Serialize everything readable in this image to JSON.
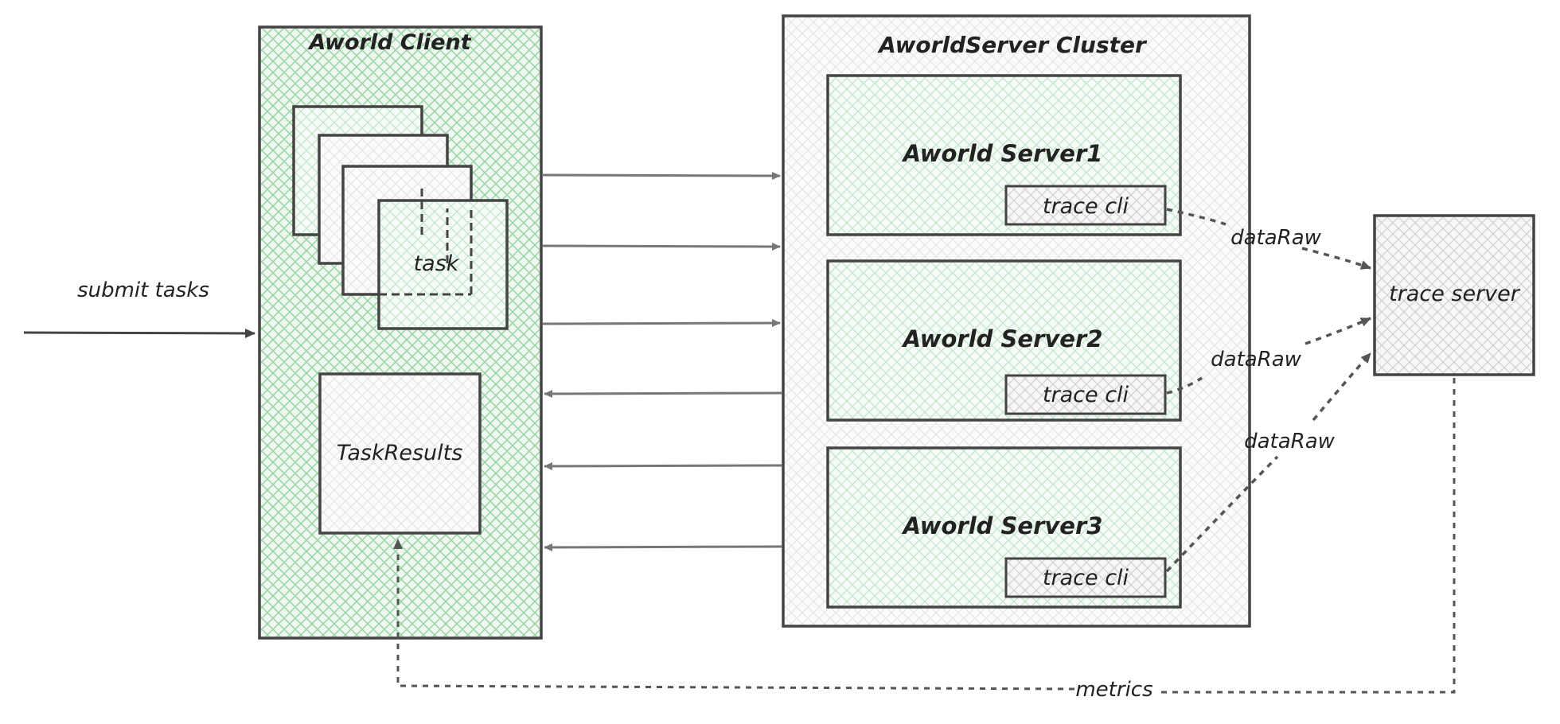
{
  "colors": {
    "stroke": "#444444",
    "green_hatch": "#9fd5a8",
    "gray_hatch": "#c4c4c4",
    "arrow_solid": "#777777",
    "arrow_dashed": "#555555"
  },
  "labels": {
    "submit_tasks": "submit tasks",
    "client_title": "Aworld Client",
    "task": "task",
    "task_results": "TaskResults",
    "cluster_title": "AworldServer Cluster",
    "server1": "Aworld Server1",
    "server2": "Aworld Server2",
    "server3": "Aworld Server3",
    "trace_cli_1": "trace cli",
    "trace_cli_2": "trace cli",
    "trace_cli_3": "trace cli",
    "trace_server": "trace server",
    "data_raw_1": "dataRaw",
    "data_raw_2": "dataRaw",
    "data_raw_3": "dataRaw",
    "metrics": "metrics"
  }
}
